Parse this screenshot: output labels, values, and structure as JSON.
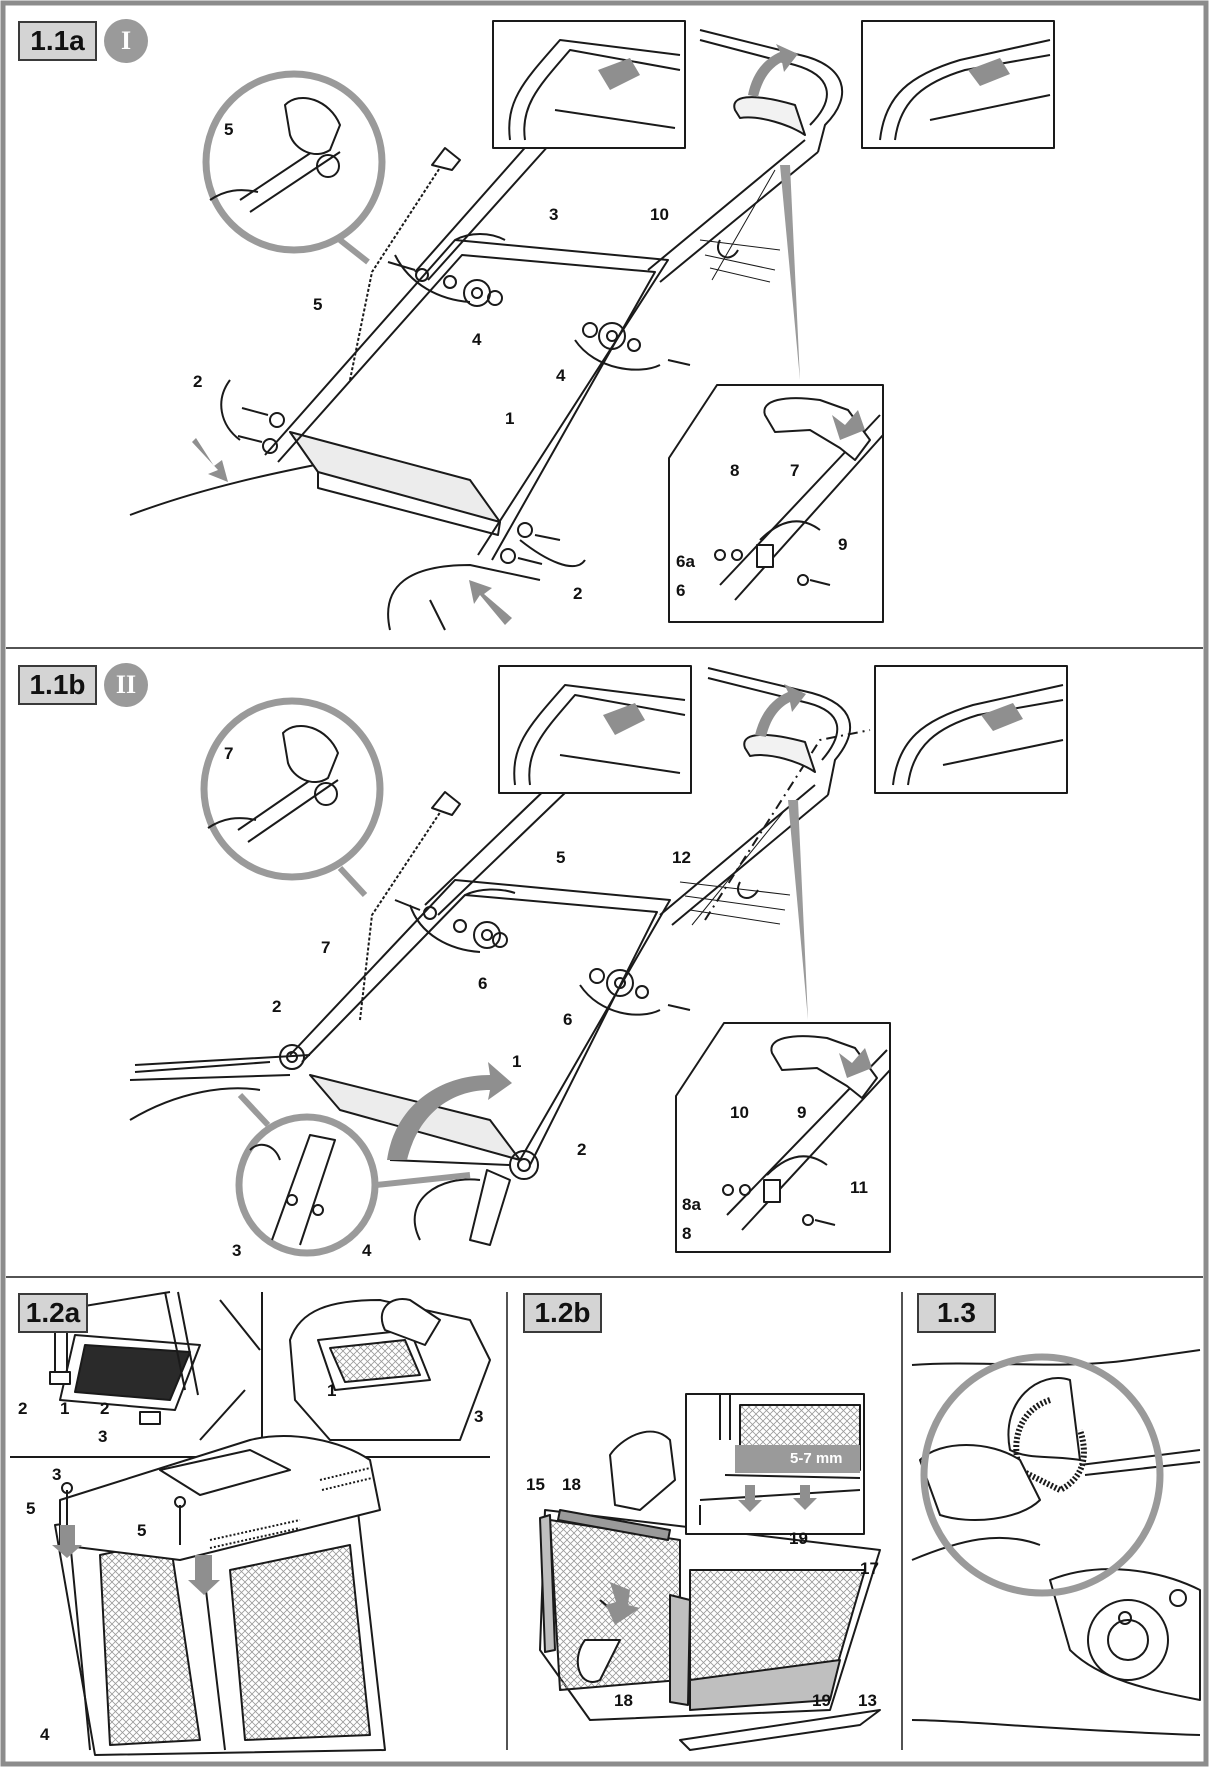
{
  "colors": {
    "frame": "#8c8c8c",
    "label_bg": "#d4d4d4",
    "badge_bg": "#9a9a9a",
    "line": "#1a1a1a",
    "arrow_fill": "#8f8f8f",
    "mesh": "#c8c8c8"
  },
  "fig_1_1a": {
    "label": "1.1a",
    "badge": "I",
    "callouts": {
      "c1": "1",
      "c2a": "2",
      "c2b": "2",
      "c3": "3",
      "c4a": "4",
      "c4b": "4",
      "c5a": "5",
      "c5b": "5",
      "c6": "6",
      "c6a": "6a",
      "c7": "7",
      "c8": "8",
      "c9": "9",
      "c10": "10"
    }
  },
  "fig_1_1b": {
    "label": "1.1b",
    "badge": "II",
    "callouts": {
      "c1": "1",
      "c2a": "2",
      "c2b": "2",
      "c3": "3",
      "c4": "4",
      "c5": "5",
      "c6a": "6",
      "c6b": "6",
      "c7a": "7",
      "c7b": "7",
      "c8": "8",
      "c8a": "8a",
      "c9": "9",
      "c10": "10",
      "c11": "11",
      "c12": "12"
    }
  },
  "fig_1_2a": {
    "label": "1.2a",
    "callouts": {
      "c1a": "1",
      "c1b": "1",
      "c2a": "2",
      "c2b": "2",
      "c3a": "3",
      "c3b": "3",
      "c3c": "3",
      "c4": "4",
      "c5a": "5",
      "c5b": "5"
    }
  },
  "fig_1_2b": {
    "label": "1.2b",
    "gap_label": "5-7 mm",
    "callouts": {
      "c13": "13",
      "c15": "15",
      "c17": "17",
      "c18a": "18",
      "c18b": "18",
      "c19a": "19",
      "c19b": "19"
    }
  },
  "fig_1_3": {
    "label": "1.3"
  }
}
